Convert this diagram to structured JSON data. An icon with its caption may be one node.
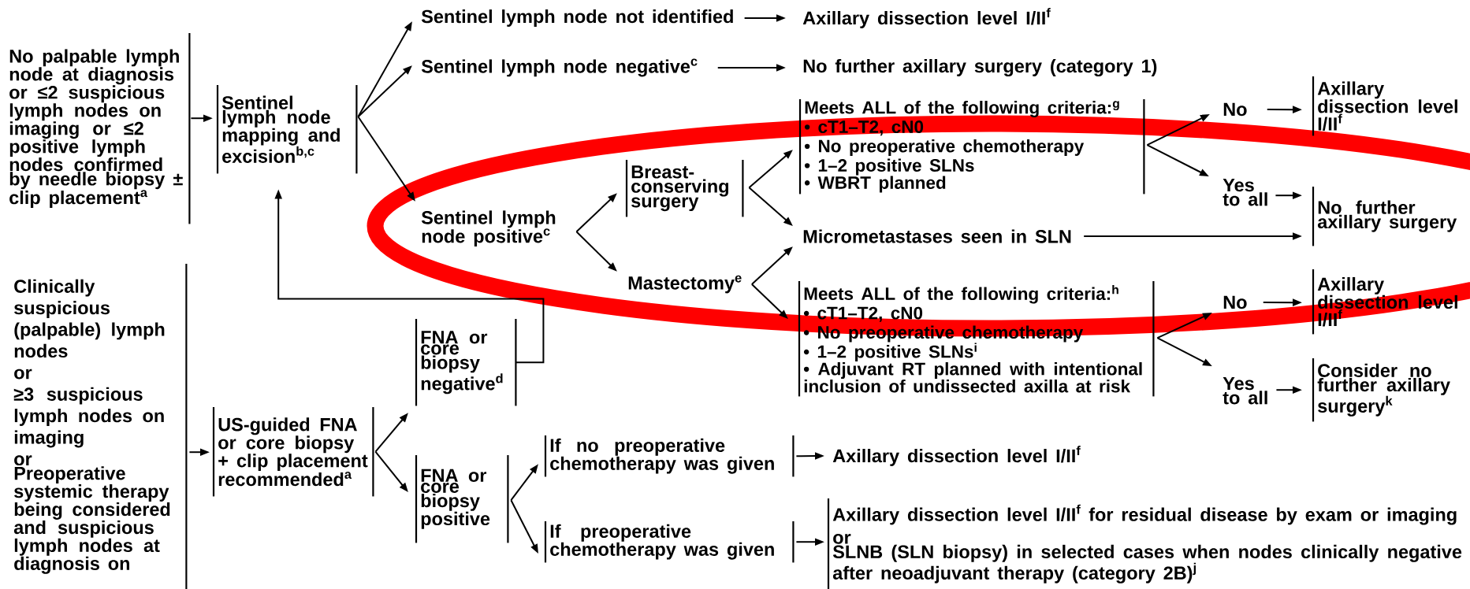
{
  "diagram": {
    "nodes": [
      {
        "text": [
          "No palpable lymph node at diagnosis or ≤2 suspicious lymph nodes on imaging or ≤2 positive lymph nodes confirmed by needle biopsy ± clip placement$^{a}$"
        ]
      },
      {
        "text": [
          "Sentinel lymph node mapping and excision$^{b,c}$"
        ]
      },
      {
        "text": [
          "Sentinel lymph node not identified"
        ]
      },
      {
        "text": [
          "Axillary dissection level I/II$^{f}$"
        ]
      },
      {
        "text": [
          "Sentinel lymph node negative$^{c}$"
        ]
      },
      {
        "text": [
          "No further axillary surgery (category 1)"
        ]
      },
      {
        "text": [
          "Sentinel lymph node positive$^{c}$"
        ]
      },
      {
        "text": [
          "Breast-conserving surgery"
        ]
      },
      {
        "text": [
          "Meets ALL of the following criteria:$^{g}$",
          "• cT1–T2, cN0",
          "• No preoperative chemotherapy",
          "• 1–2 positive SLNs",
          "• WBRT planned"
        ]
      },
      {
        "text": [
          "No"
        ]
      },
      {
        "text": [
          "Axillary dissection level I/II$^{f}$"
        ]
      },
      {
        "text": [
          "Yes to all"
        ]
      },
      {
        "text": [
          "No further axillary surgery"
        ]
      },
      {
        "text": [
          "Micrometastases seen in SLN"
        ]
      },
      {
        "text": [
          "Mastectomy$^{e}$"
        ]
      },
      {
        "text": [
          "Meets ALL of the following criteria:$^{h}$",
          "• cT1–T2, cN0",
          "• No preoperative chemotherapy",
          "• 1–2 positive SLNs$^{i}$",
          "• Adjuvant RT planned with intentional inclusion of undissected axilla at risk"
        ]
      },
      {
        "text": [
          "No"
        ]
      },
      {
        "text": [
          "Axillary dissection level I/II$^{f}$"
        ]
      },
      {
        "text": [
          "Yes to all"
        ]
      },
      {
        "text": [
          "Consider no further axillary surgery$^{k}$"
        ]
      },
      {
        "text": [
          "Clinically suspicious (palpable) lymph nodes",
          "or",
          "≥3 suspicious lymph nodes on imaging",
          "or",
          "Preoperative systemic therapy being considered and suspicious lymph nodes at diagnosis on"
        ]
      },
      {
        "text": [
          "US-guided FNA or core biopsy + clip placement recommended$^{a}$"
        ]
      },
      {
        "text": [
          "FNA or core biopsy negative$^{d}$"
        ]
      },
      {
        "text": [
          "FNA or core biopsy positive"
        ]
      },
      {
        "text": [
          "If no preoperative chemotherapy was given"
        ]
      },
      {
        "text": [
          "Axillary dissection level I/II$^{f}$"
        ]
      },
      {
        "text": [
          "If preoperative chemotherapy was given"
        ]
      },
      {
        "text": [
          "Axillary dissection level I/II$^{f}$ for residual disease by exam or imaging",
          "or",
          "SLNB (SLN biopsy) in selected cases when nodes clinically negative after neoadjuvant therapy (category 2B)$^{j}$"
        ]
      }
    ],
    "edges": [
      {
        "from": 0,
        "to": 1,
        "arrow": "to"
      },
      {
        "from": 1,
        "to": 2,
        "arrow": "to"
      },
      {
        "from": 1,
        "to": 4,
        "arrow": "to"
      },
      {
        "from": 1,
        "to": 6,
        "arrow": "to"
      },
      {
        "from": 2,
        "to": 3,
        "arrow": "to"
      },
      {
        "from": 4,
        "to": 5,
        "arrow": "to"
      },
      {
        "from": 6,
        "to": 7,
        "arrow": "to"
      },
      {
        "from": 6,
        "to": 14,
        "arrow": "to"
      },
      {
        "from": 7,
        "to": 8,
        "arrow": "to"
      },
      {
        "from": 7,
        "to": 13,
        "arrow": "to"
      },
      {
        "from": 8,
        "to": 9,
        "arrow": "to"
      },
      {
        "from": 8,
        "to": 11,
        "arrow": "to"
      },
      {
        "from": 9,
        "to": 10,
        "arrow": "to"
      },
      {
        "from": 11,
        "to": 12,
        "arrow": "to"
      },
      {
        "from": 13,
        "to": 12,
        "arrow": "to"
      },
      {
        "from": 14,
        "to": 13,
        "arrow": "to"
      },
      {
        "from": 14,
        "to": 15,
        "arrow": "to"
      },
      {
        "from": 15,
        "to": 16,
        "arrow": "to"
      },
      {
        "from": 15,
        "to": 18,
        "arrow": "to"
      },
      {
        "from": 16,
        "to": 17,
        "arrow": "to"
      },
      {
        "from": 18,
        "to": 19,
        "arrow": "to"
      },
      {
        "from": 20,
        "to": 21,
        "arrow": "to"
      },
      {
        "from": 21,
        "to": 22,
        "arrow": "to"
      },
      {
        "from": 21,
        "to": 23,
        "arrow": "to"
      },
      {
        "from": 22,
        "to": 1,
        "arrow": "to"
      },
      {
        "from": 23,
        "to": 24,
        "arrow": "to"
      },
      {
        "from": 23,
        "to": 26,
        "arrow": "to"
      },
      {
        "from": 24,
        "to": 25,
        "arrow": "to"
      },
      {
        "from": 26,
        "to": 27,
        "arrow": "to"
      }
    ]
  }
}
